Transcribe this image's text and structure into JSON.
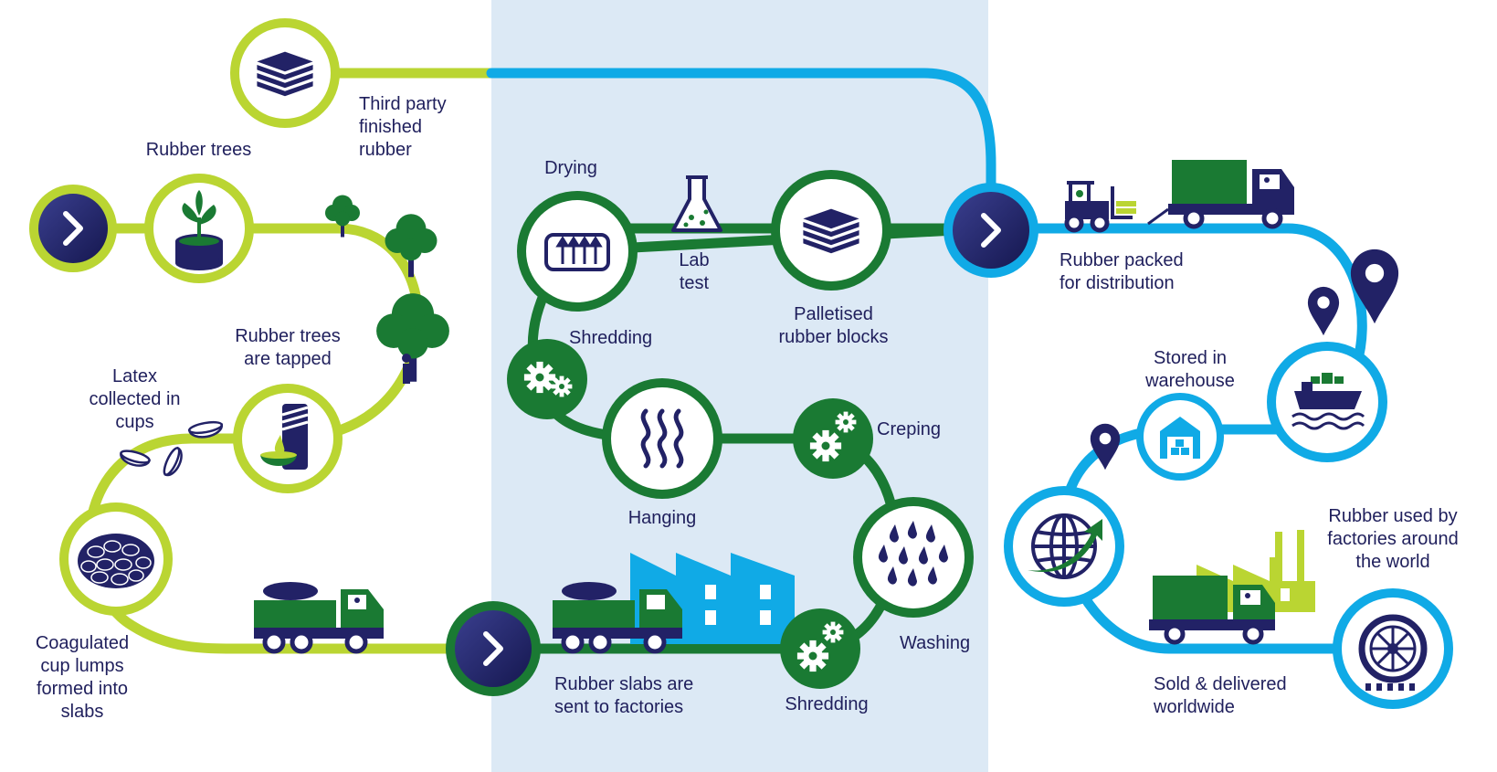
{
  "colors": {
    "lime": "#bad532",
    "green": "#1a7a33",
    "blue": "#10aae6",
    "navy": "#222266",
    "panel": "#dce9f5"
  },
  "labels": {
    "third_party": "Third party\nfinished\nrubber",
    "rubber_trees": "Rubber trees",
    "trees_tapped": "Rubber trees\nare tapped",
    "latex_collected": "Latex\ncollected in\ncups",
    "coagulated": "Coagulated\ncup lumps\nformed into\nslabs",
    "drying": "Drying",
    "lab_test": "Lab\ntest",
    "palletised": "Palletised\nrubber blocks",
    "shredding_top": "Shredding",
    "hanging": "Hanging",
    "creping": "Creping",
    "washing": "Washing",
    "shredding_bottom": "Shredding",
    "slabs_sent": "Rubber slabs are\nsent to factories",
    "packed": "Rubber packed\nfor distribution",
    "stored": "Stored in\nwarehouse",
    "used_by": "Rubber used by\nfactories around\nthe world",
    "sold": "Sold & delivered\nworldwide"
  },
  "icons": [
    "arrow-start-icon",
    "sapling-pot-icon",
    "tree-icon",
    "tapping-icon",
    "latex-cup-icon",
    "cup-lumps-icon",
    "truck-lumps-icon",
    "arrow-factory-icon",
    "factory-icon",
    "shredding-gears-icon",
    "washing-drops-icon",
    "creping-gears-icon",
    "hanging-icon",
    "drying-icon",
    "lab-flask-icon",
    "pallet-blocks-icon",
    "third-party-blocks-icon",
    "arrow-distribution-icon",
    "forklift-icon",
    "delivery-truck-icon",
    "location-pin-icon",
    "ship-icon",
    "warehouse-icon",
    "globe-icon",
    "tyre-icon"
  ]
}
